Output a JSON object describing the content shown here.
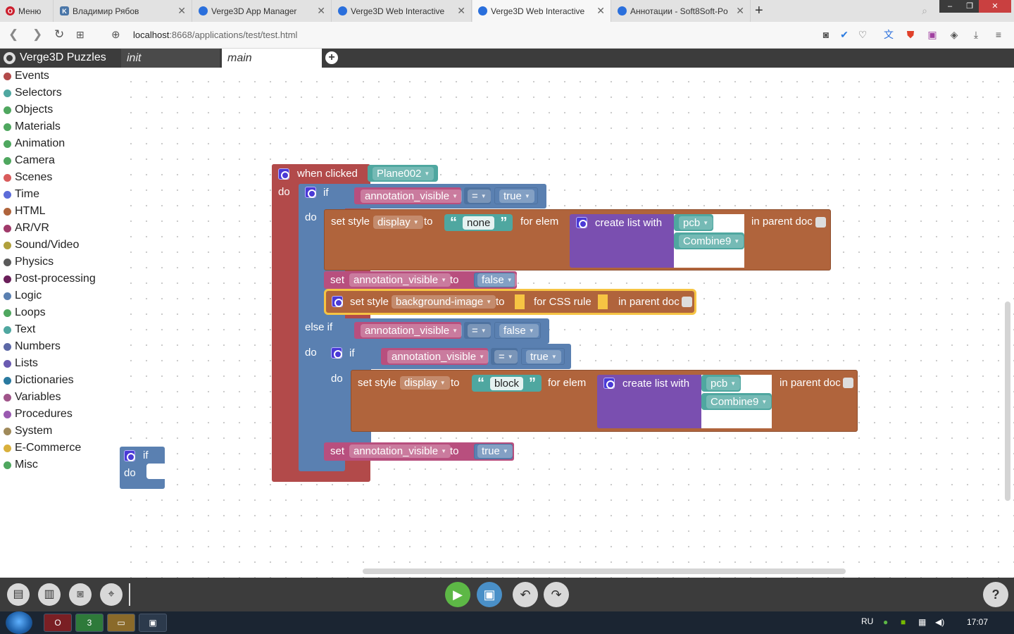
{
  "browser": {
    "tabs": [
      {
        "label": "Меню",
        "icon": "opera-icon",
        "color": "#cc1f2e"
      },
      {
        "label": "Владимир Рябов",
        "icon": "vk-icon",
        "color": "#4a76a8"
      },
      {
        "label": "Verge3D App Manager",
        "icon": "verge3d-icon",
        "color": "#2a6fdc"
      },
      {
        "label": "Verge3D Web Interactive",
        "icon": "verge3d-icon",
        "color": "#2a6fdc"
      },
      {
        "label": "Verge3D Web Interactive",
        "icon": "verge3d-icon",
        "color": "#2a6fdc"
      },
      {
        "label": "Аннотации - Soft8Soft-Po",
        "icon": "verge3d-icon",
        "color": "#2a6fdc"
      }
    ],
    "url_host": "localhost",
    "url_path": ":8668/applications/test/test.html"
  },
  "editor": {
    "title": "Verge3D Puzzles",
    "workspace_tabs": [
      "init",
      "main"
    ]
  },
  "toolbox": [
    {
      "label": "Events",
      "color": "#b24a4a"
    },
    {
      "label": "Selectors",
      "color": "#4fa7a0"
    },
    {
      "label": "Objects",
      "color": "#4fa75f"
    },
    {
      "label": "Materials",
      "color": "#4fa75f"
    },
    {
      "label": "Animation",
      "color": "#4fa75f"
    },
    {
      "label": "Camera",
      "color": "#4fa75f"
    },
    {
      "label": "Scenes",
      "color": "#d95c5c"
    },
    {
      "label": "Time",
      "color": "#5c6cd9"
    },
    {
      "label": "HTML",
      "color": "#b0643c"
    },
    {
      "label": "AR/VR",
      "color": "#a03a6a"
    },
    {
      "label": "Sound/Video",
      "color": "#b0a03c"
    },
    {
      "label": "Physics",
      "color": "#5a5a5a"
    },
    {
      "label": "Post-processing",
      "color": "#6a1f5a"
    },
    {
      "label": "Logic",
      "color": "#5a80b1"
    },
    {
      "label": "Loops",
      "color": "#4fa75f"
    },
    {
      "label": "Text",
      "color": "#4fa7a0"
    },
    {
      "label": "Numbers",
      "color": "#5c68a6"
    },
    {
      "label": "Lists",
      "color": "#6a5ab1"
    },
    {
      "label": "Dictionaries",
      "color": "#2a7aa0"
    },
    {
      "label": "Variables",
      "color": "#a0558a"
    },
    {
      "label": "Procedures",
      "color": "#9a5ab1"
    },
    {
      "label": "System",
      "color": "#a08a5a"
    },
    {
      "label": "E-Commerce",
      "color": "#d9b03c"
    },
    {
      "label": "Misc",
      "color": "#4fa75f"
    }
  ],
  "blocks": {
    "when_clicked": "when clicked",
    "object": "Plane002",
    "do": "do",
    "if": "if",
    "else_if": "else if",
    "var": "annotation_visible",
    "eq": "=",
    "true": "true",
    "false": "false",
    "set_style": "set style",
    "display": "display",
    "to": "to",
    "none": "none",
    "block": "block",
    "for_elem": "for elem",
    "create_list_with": "create list with",
    "pcb": "pcb",
    "combine9": "Combine9",
    "in_parent_doc": "in parent doc",
    "set": "set",
    "background_image": "background-image",
    "for_css_rule": "for CSS rule"
  },
  "taskbar": {
    "lang": "RU",
    "time": "17:07"
  }
}
